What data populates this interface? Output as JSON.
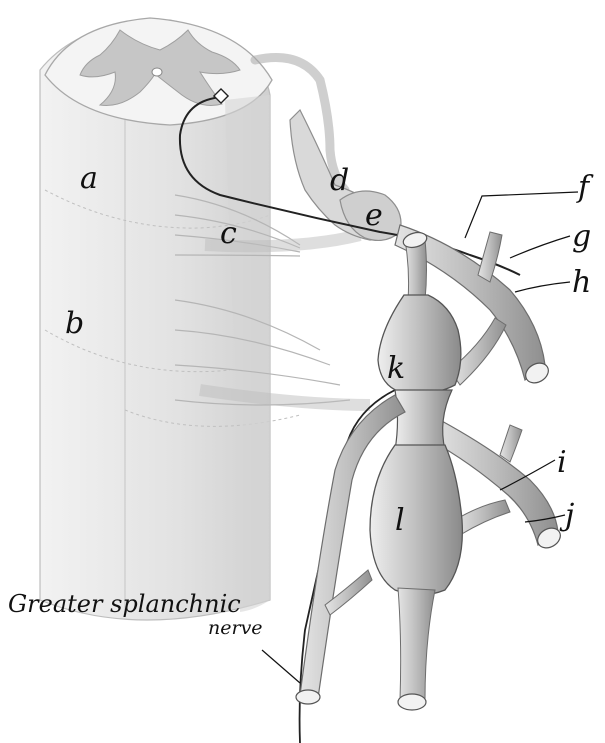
{
  "labels": {
    "a": "a",
    "b": "b",
    "c": "c",
    "d": "d",
    "e": "e",
    "f": "f",
    "g": "g",
    "h": "h",
    "i": "i",
    "j": "j",
    "k": "k",
    "l": "l",
    "caption_line1": "Greater splanchnic",
    "caption_line2": "nerve"
  },
  "colors": {
    "ink": "#111111",
    "nerve_fill": "#c9c9c9",
    "nerve_shade": "#9a9a9a",
    "cord_fill": "#e6e6e6",
    "grey_matter": "#cfcfcf"
  }
}
